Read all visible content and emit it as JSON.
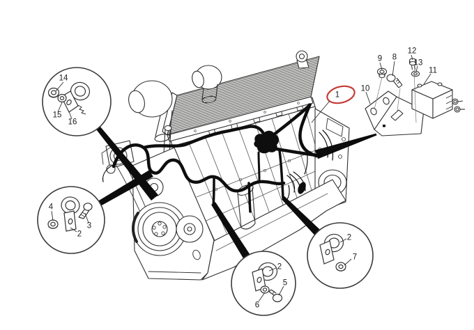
{
  "figure": {
    "type": "exploded-parts-diagram",
    "subject": "engine with wiring harness and clamp hardware"
  },
  "colors": {
    "background": "#ffffff",
    "line": "#2f2f2f",
    "detail_line": "#555555",
    "harness": "#0e0e0e",
    "highlight": "#c63b36",
    "label": "#1c1c1c"
  },
  "highlight": {
    "callout": "1"
  },
  "callouts": {
    "c1": {
      "label": "1"
    },
    "c2a": {
      "label": "2"
    },
    "c3": {
      "label": "3"
    },
    "c4": {
      "label": "4"
    },
    "c2b": {
      "label": "2"
    },
    "c5": {
      "label": "5"
    },
    "c6": {
      "label": "6"
    },
    "c2c": {
      "label": "2"
    },
    "c7": {
      "label": "7"
    },
    "c8": {
      "label": "8"
    },
    "c9": {
      "label": "9"
    },
    "c10": {
      "label": "10"
    },
    "c11": {
      "label": "11"
    },
    "c12": {
      "label": "12"
    },
    "c13": {
      "label": "13"
    },
    "c14": {
      "label": "14"
    },
    "c15": {
      "label": "15"
    },
    "c16": {
      "label": "16"
    }
  },
  "detail_circles": [
    {
      "id": "top-left",
      "callouts": [
        "14",
        "15",
        "16"
      ]
    },
    {
      "id": "bottom-left",
      "callouts": [
        "4",
        "2",
        "3"
      ]
    },
    {
      "id": "bottom-middle",
      "callouts": [
        "2",
        "6",
        "5"
      ]
    },
    {
      "id": "bottom-right",
      "callouts": [
        "2",
        "7"
      ]
    }
  ],
  "hardware_group": {
    "callouts": [
      "9",
      "8",
      "12",
      "13",
      "11",
      "10"
    ]
  }
}
